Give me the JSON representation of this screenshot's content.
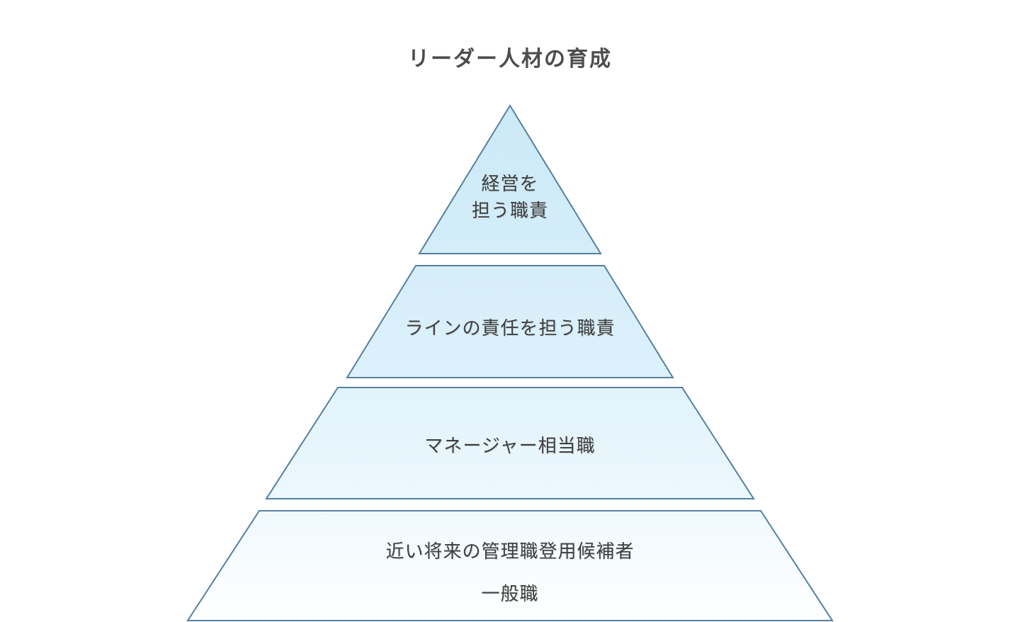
{
  "title": "リーダー人材の育成",
  "pyramid": {
    "levels": [
      {
        "id": "level-1",
        "role": "top",
        "lines": [
          "経営を",
          "担う職責"
        ]
      },
      {
        "id": "level-2",
        "role": "second",
        "lines": [
          "ラインの責任を担う職責"
        ]
      },
      {
        "id": "level-3",
        "role": "third",
        "lines": [
          "マネージャー相当職"
        ]
      },
      {
        "id": "level-4",
        "role": "base",
        "lines": [
          "近い将来の管理職登用候補者",
          "一般職"
        ]
      }
    ],
    "colors": {
      "fill_top": "#cbe9f9",
      "fill_bottom": "#feffff",
      "border": "#55809f",
      "text": "#3f3f3f",
      "title_text": "#4d4d4d"
    }
  }
}
